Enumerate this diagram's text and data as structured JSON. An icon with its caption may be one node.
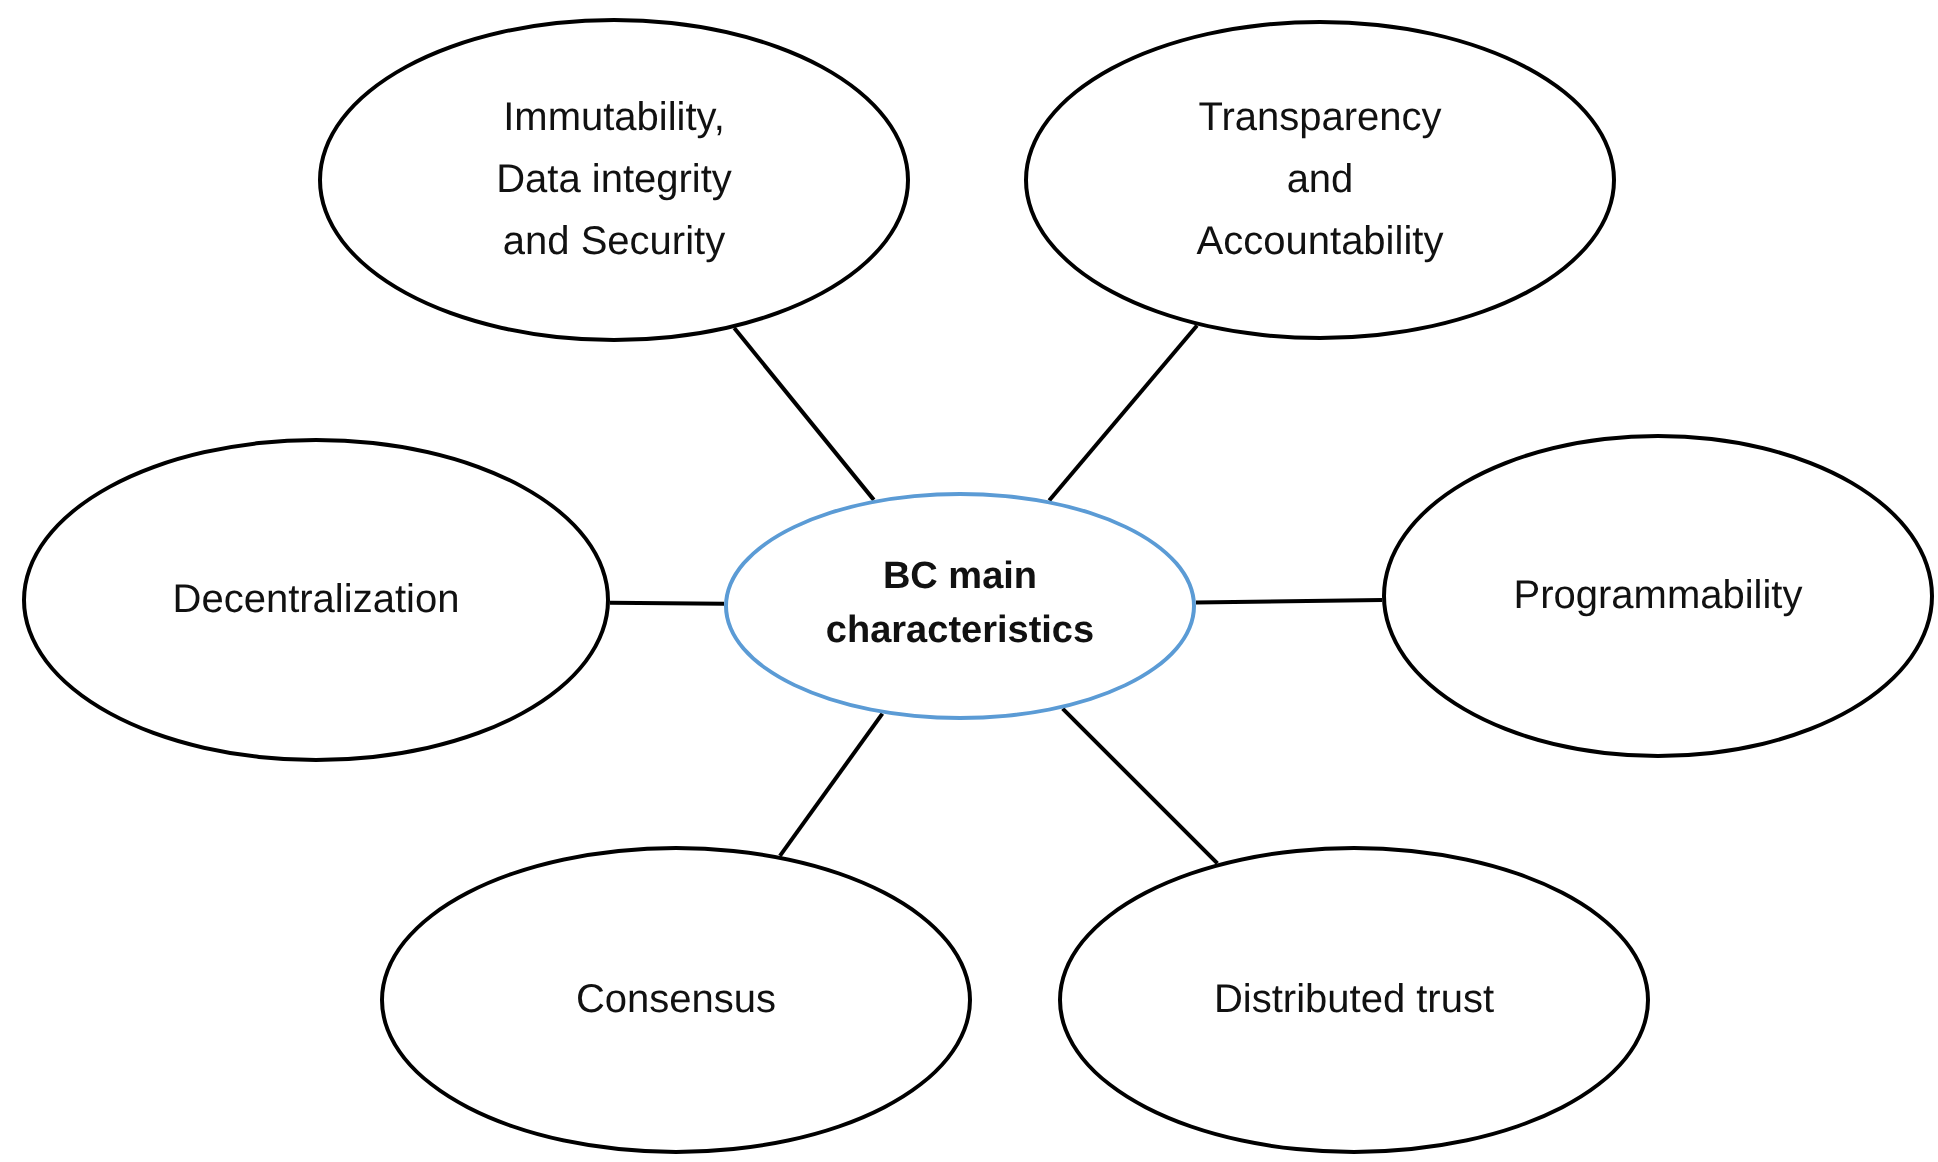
{
  "diagram": {
    "nodes": [
      {
        "text": [
          "Immutability, Data integrity and Security"
        ]
      },
      {
        "text": [
          "Transparency and Accountability"
        ]
      },
      {
        "text": [
          "Decentralization"
        ]
      },
      {
        "text": [
          "BC main characteristics"
        ]
      },
      {
        "text": [
          "Programmability"
        ]
      },
      {
        "text": [
          "Consensus"
        ]
      },
      {
        "text": [
          "Distributed trust"
        ]
      }
    ],
    "edges": [
      {
        "from": 3,
        "to": 0,
        "arrow": "none"
      },
      {
        "from": 3,
        "to": 1,
        "arrow": "none"
      },
      {
        "from": 3,
        "to": 2,
        "arrow": "none"
      },
      {
        "from": 3,
        "to": 4,
        "arrow": "none"
      },
      {
        "from": 3,
        "to": 5,
        "arrow": "none"
      },
      {
        "from": 3,
        "to": 6,
        "arrow": "none"
      }
    ]
  }
}
